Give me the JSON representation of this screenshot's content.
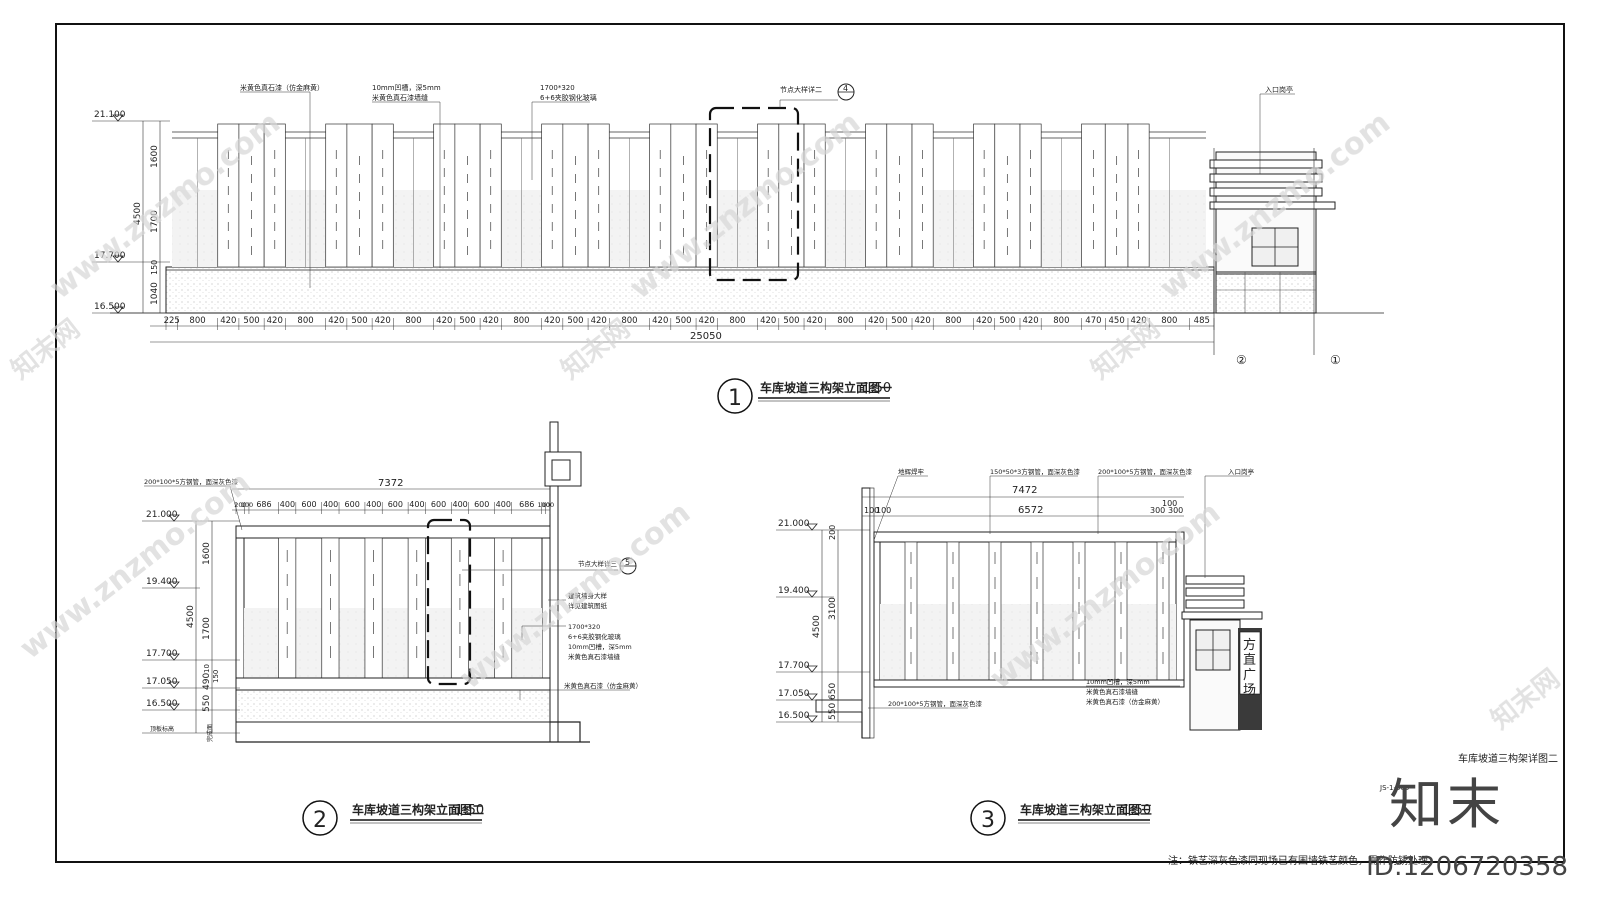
{
  "drawing": {
    "elev1": {
      "levels": [
        "21.100",
        "17.700",
        "16.500"
      ],
      "vdims": [
        "1600",
        "1700",
        "4500",
        "150",
        "1040"
      ],
      "notes": [
        "米黄色真石漆（仿金麻黄）",
        "10mm凹槽，深5mm",
        "米黄色真石漆墙缝",
        "1700*320",
        "6+6夹胶钢化玻璃",
        "节点大样详二",
        "入口岗亭"
      ],
      "detail_ref": "4",
      "hdims": [
        "225",
        "800",
        "420",
        "500",
        "420",
        "800",
        "420",
        "500",
        "420",
        "800",
        "420",
        "500",
        "420",
        "800",
        "420",
        "500",
        "420",
        "800",
        "420",
        "500",
        "420",
        "800",
        "420",
        "500",
        "420",
        "800",
        "420",
        "500",
        "420",
        "800",
        "420",
        "500",
        "420",
        "800",
        "470",
        "450",
        "420",
        "800",
        "485"
      ],
      "total": "25050",
      "axes": [
        "②",
        "①"
      ],
      "title_no": "1",
      "title": "车库坡道三构架立面图一",
      "scale": "1:50"
    },
    "elev2": {
      "levels": [
        "21.000",
        "19.400",
        "17.700",
        "17.050",
        "16.500"
      ],
      "vdims": [
        "1600",
        "1700",
        "4500",
        "10",
        "150",
        "490",
        "550"
      ],
      "total": "7372",
      "hdims": [
        "200",
        "100",
        "686",
        "400",
        "600",
        "400",
        "600",
        "400",
        "600",
        "400",
        "600",
        "400",
        "600",
        "400",
        "686",
        "100",
        "100"
      ],
      "notes": [
        "200*100*5方钢管，面深灰色漆",
        "节点大样详三",
        "建筑墙身大样",
        "详见建筑图纸",
        "1700*320",
        "6+6夹胶钢化玻璃",
        "10mm凹槽，深5mm",
        "米黄色真石漆墙缝",
        "米黄色真石漆（仿金麻黄）"
      ],
      "detail_ref": "5",
      "side_labels": [
        "顶板标高",
        "完成面"
      ],
      "title_no": "2",
      "title": "车库坡道三构架立面图二",
      "scale": "1:50"
    },
    "elev3": {
      "levels": [
        "21.000",
        "19.400",
        "17.700",
        "17.050",
        "16.500"
      ],
      "vdims": [
        "200",
        "3100",
        "4500",
        "650",
        "550"
      ],
      "total": "7472",
      "hdims": [
        "100",
        "100",
        "6572",
        "300",
        "300",
        "100"
      ],
      "notes": [
        "地辉焊牢",
        "150*50*3方钢管，面深灰色漆",
        "200*100*5方钢管，面深灰色漆",
        "入口岗亭",
        "10mm凹槽，深5mm",
        "米黄色真石漆墙缝",
        "米黄色真石漆（仿金麻黄）",
        "200*100*5方钢管，面深灰色漆"
      ],
      "sign": "方直广场",
      "title_no": "3",
      "title": "车库坡道三构架立面图三",
      "scale": "1:50"
    },
    "sheet_title": "车库坡道三构架详图二",
    "sheet_code": "JS-1-505",
    "note": "注：铁艺深灰色漆同现场已有围墙铁艺颜色，需作防锈处理。"
  },
  "watermark": {
    "text": "www.znzmo.com",
    "brand": "知末",
    "brand_cn": "知末网",
    "id": "ID:1206720358"
  }
}
